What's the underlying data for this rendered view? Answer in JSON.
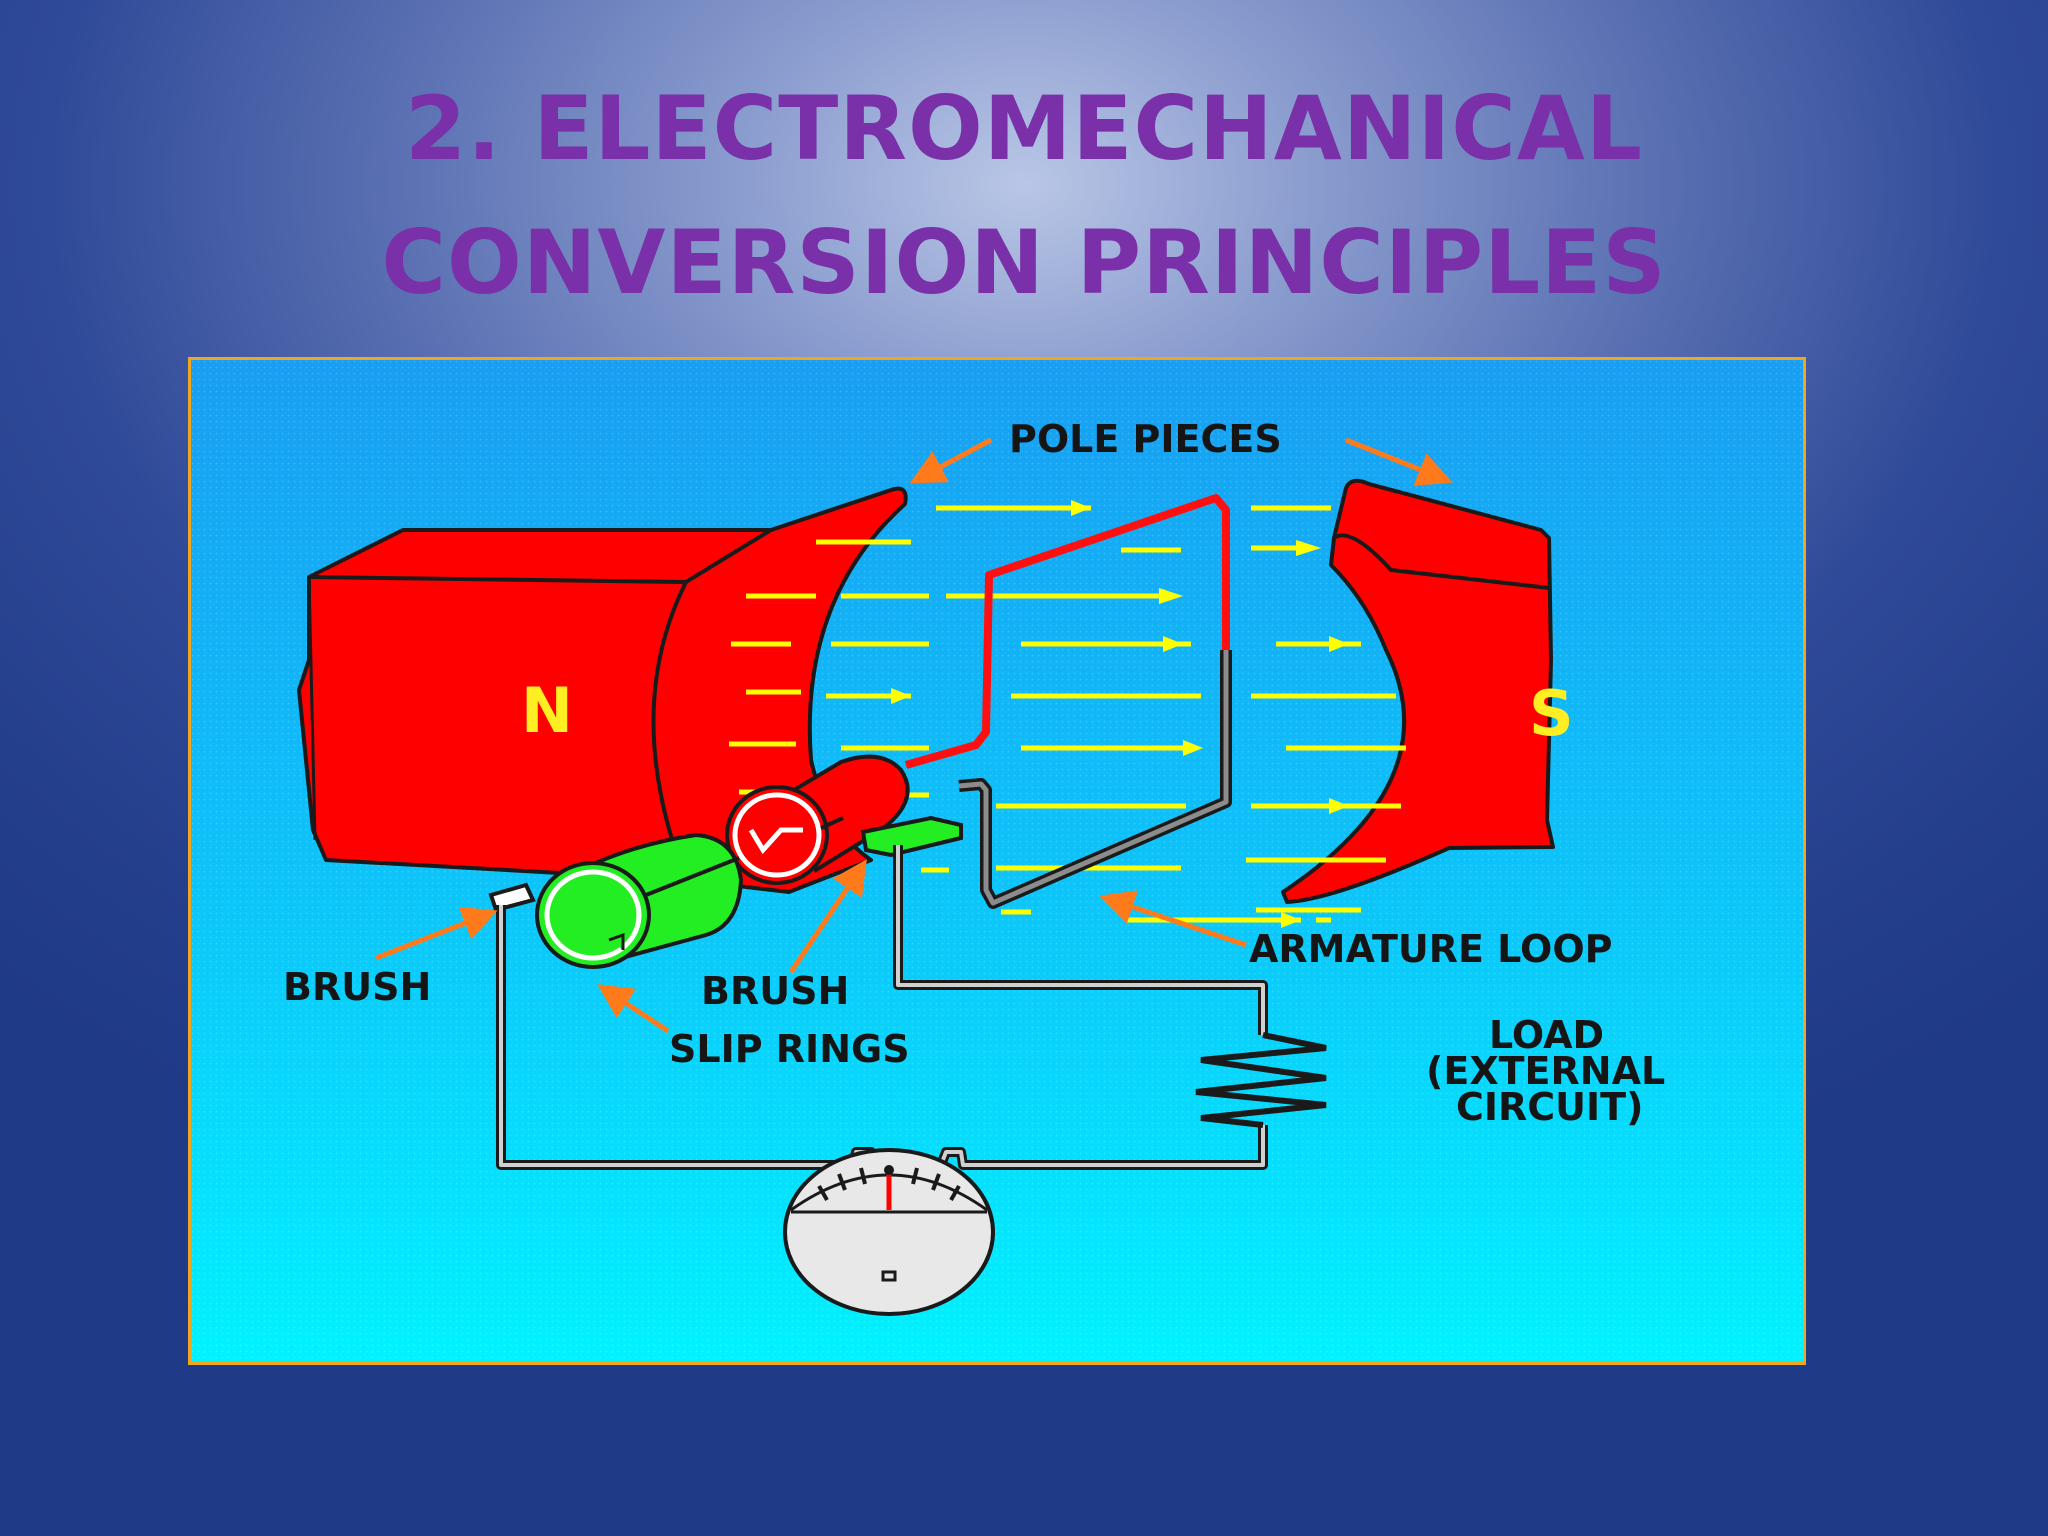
{
  "title": {
    "line1": "2. ELECTROMECHANICAL",
    "line2": "CONVERSION PRINCIPLES"
  },
  "diagram": {
    "poles": {
      "north": "N",
      "south": "S"
    },
    "labels": {
      "pole_pieces": "POLE PIECES",
      "armature_loop": "ARMATURE LOOP",
      "brush_left": "BRUSH",
      "brush_right": "BRUSH",
      "slip_rings": "SLIP RINGS",
      "load_line1": "LOAD",
      "load_line2": "(EXTERNAL",
      "load_line3": "CIRCUIT)"
    },
    "colors": {
      "title": "#7a30a8",
      "magnet": "#ff0000",
      "field_lines": "#ffff00",
      "slip_ring": "#22ee22",
      "arrows": "#ff7a1a",
      "frame_border": "#f2a61e",
      "background_top": "#1aa0f2",
      "background_bottom": "#00f0ff"
    },
    "icons": [
      "magnet-north-icon",
      "magnet-south-icon",
      "armature-loop-icon",
      "slip-ring-icon",
      "brush-icon",
      "resistor-icon",
      "galvanometer-icon"
    ]
  }
}
